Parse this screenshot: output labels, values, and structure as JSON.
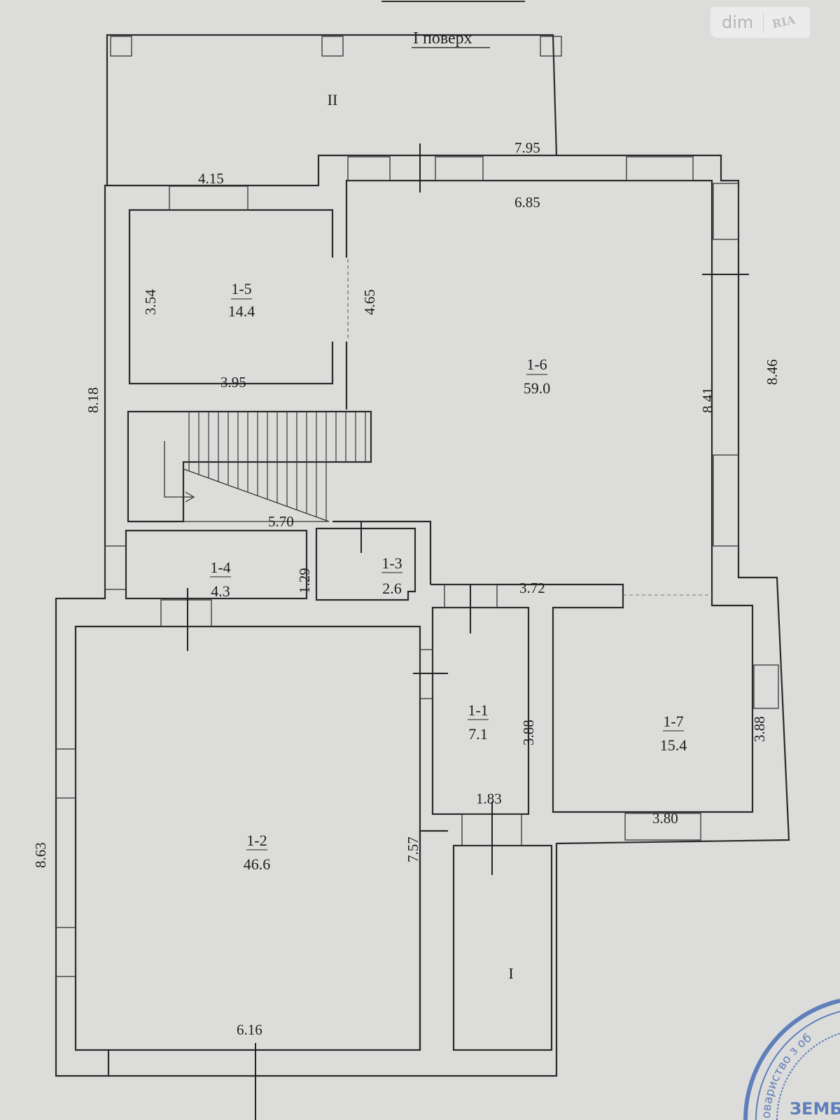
{
  "title": "I поверх",
  "watermark": {
    "left": "dim",
    "right": "RIA"
  },
  "stamp": {
    "text_arc": "овариство з об",
    "text_center": "ЗЕМБУД",
    "color": "#4a6fb5"
  },
  "rooms": [
    {
      "id": "1-5",
      "area": "14.4"
    },
    {
      "id": "1-6",
      "area": "59.0"
    },
    {
      "id": "1-4",
      "area": "4.3"
    },
    {
      "id": "1-3",
      "area": "2.6"
    },
    {
      "id": "1-1",
      "area": "7.1"
    },
    {
      "id": "1-7",
      "area": "15.4"
    },
    {
      "id": "1-2",
      "area": "46.6"
    }
  ],
  "zones": {
    "terrace": "II",
    "porch": "I"
  },
  "dimensions": {
    "terrace_width": "7.95",
    "room_1_5_top": "4.15",
    "room_1_6_top": "6.85",
    "room_1_5_height": "3.54",
    "opening_1_6": "4.65",
    "room_1_5_bottom": "3.95",
    "left_wall_upper": "8.18",
    "right_outer": "8.46",
    "room_1_6_right": "8.41",
    "stairs": "5.70",
    "room_1_4_height": "1.29",
    "corridor_1_6": "3.72",
    "room_1_1_height": "3.88",
    "room_1_7_height": "3.88",
    "room_1_1_width": "1.83",
    "room_1_7_width": "3.80",
    "left_wall_lower": "8.63",
    "room_1_2_height": "7.57",
    "room_1_2_width": "6.16"
  }
}
